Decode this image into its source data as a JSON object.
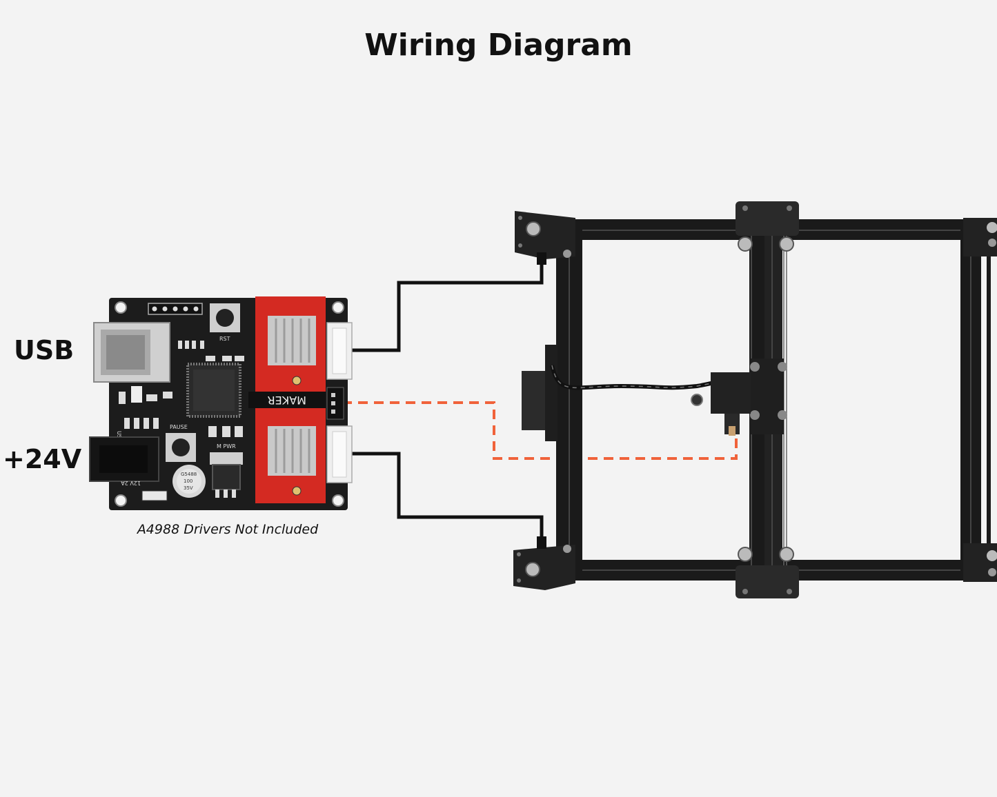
{
  "title": "Wiring Diagram",
  "labels": {
    "usb": "USB",
    "power": "+24V",
    "note": "A4988 Drivers Not Included"
  },
  "board_silkscreen": {
    "brand": "MAKER",
    "rst": "RST",
    "pause": "PAUSE",
    "m_pwr": "M PWR",
    "usb": "USB",
    "power_rating": "12V 2A",
    "cap_text": [
      "G5488",
      "100",
      "35V"
    ]
  },
  "colors": {
    "background": "#f3f3f3",
    "board": "#1c1c1c",
    "driver": "#d42a22",
    "heatsink": "#c9c9c9",
    "wire": "#111111",
    "laser_wire": "#f0623a",
    "frame": "#1a1a1a"
  }
}
